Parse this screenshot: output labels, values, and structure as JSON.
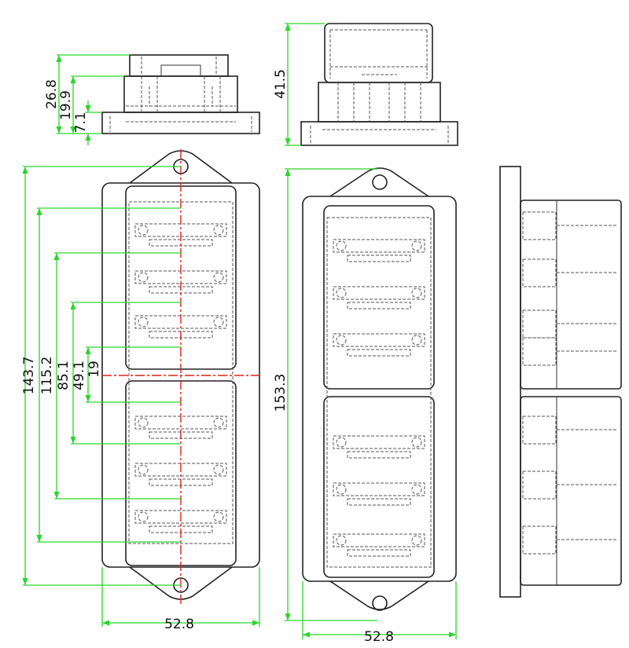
{
  "title": "Fuse block technical drawing",
  "colors": {
    "dimension": "#2bd62b",
    "centerline": "#e0201a",
    "outline": "#222222"
  },
  "side_view_top": {
    "dims": [
      "26.8",
      "19.9",
      "7.1"
    ]
  },
  "side_view_middle": {
    "dims": [
      "41.5"
    ]
  },
  "front_view_left": {
    "dims": [
      "143.7",
      "115.2",
      "85.1",
      "49.1",
      "19"
    ],
    "width": "52.8"
  },
  "front_view_middle": {
    "height": "153.3",
    "width": "52.8"
  }
}
